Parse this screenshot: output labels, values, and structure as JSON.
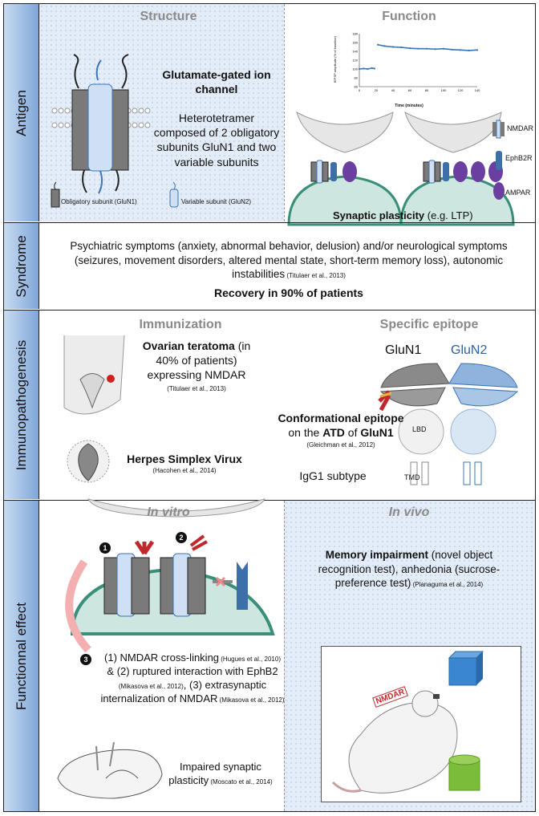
{
  "sections": {
    "antigen": {
      "label": "Antigen",
      "structure_title": "Structure",
      "function_title": "Function",
      "channel_title": "Glutamate-gated ion channel",
      "channel_desc": "Heterotetramer composed of 2 obligatory subunits GluN1 and two variable subunits",
      "legend_obligatory": "Obligatory subunit (GluN1)",
      "legend_variable": "Variable subunit (GluN2)",
      "graph_ylabel": "fEPSP amplitude (% of baseline)",
      "graph_xlabel": "Time (minutes)",
      "graph_yticks": [
        "180",
        "160",
        "140",
        "120",
        "100",
        "80",
        "60"
      ],
      "graph_xticks": [
        "0",
        "20",
        "40",
        "60",
        "80",
        "100",
        "120",
        "140"
      ],
      "legend_nmdar": "NMDAR",
      "legend_ephb2r": "EphB2R",
      "legend_ampar": "AMPAR",
      "plasticity_bold": "Synaptic plasticity",
      "plasticity_rest": " (e.g. LTP)"
    },
    "syndrome": {
      "label": "Syndrome",
      "text": "Psychiatric symptoms (anxiety, abnormal behavior, delusion) and/or neurological symptoms (seizures, movement disorders, altered mental state, short-term memory loss), autonomic instabilities",
      "cite": " (Titulaer et al., 2013)",
      "recovery": "Recovery in 90% of patients"
    },
    "immuno": {
      "label": "Immunopathogenesis",
      "immunization_title": "Immunization",
      "epitope_title": "Specific epitope",
      "teratoma_bold": "Ovarian teratoma",
      "teratoma_rest1": " (in 40% of patients)",
      "teratoma_rest2": "expressing NMDAR",
      "teratoma_cite": "(Titulaer et al., 2013)",
      "hsv_title": "Herpes Simplex Virux",
      "hsv_cite": "(Hacohen et al., 2014)",
      "glun1": "GluN1",
      "glun2": "GluN2",
      "conf_bold": "Conformational epitope",
      "conf_on": "on the ",
      "atd": "ATD",
      "of": " of ",
      "glun1_bold": "GluN1",
      "conf_cite": "(Gleichman et al., 2012)",
      "lbd": "LBD",
      "tmd": "TMD",
      "igg": "IgG1 subtype"
    },
    "functional": {
      "label": "Functionnal effect",
      "in_vitro": "In vitro",
      "in_vivo": "In vivo",
      "num1": "1",
      "num2": "2",
      "num3": "3",
      "mech_a": "(1) NMDAR cross-linking",
      "mech_cite1": " (Hugues et al., 2010)",
      "mech_b": " & (2) ruptured interaction with EphB2",
      "mech_cite2": " (Mikasova et al., 2012)",
      "mech_c": ", (3) extrasynaptic internalization of NMDAR",
      "mech_cite3": " (Mikasova et al., 2012)",
      "impaired": "Impaired synaptic plasticity",
      "impaired_cite": " (Moscato et al., 2014)",
      "memory_bold": "Memory impairment",
      "memory_rest": " (novel object recognition test), anhedonia (sucrose-preference test)",
      "memory_cite": " (Planaguma et al., 2014)",
      "mouse_tag": "NMDAR"
    }
  },
  "colors": {
    "sidebar": "#7fa6d8",
    "dotted_bg": "#e4edf7",
    "glun1_grey": "#7a7a7a",
    "glun2_blue": "#8fb3dc",
    "ephb2": "#3d6fa8",
    "ampar": "#6a3fa0",
    "spine": "#cde7e0",
    "graph_line": "#3a74b8",
    "antibody": "#c0282c",
    "cube": "#3b86d0",
    "cylinder": "#7bbd3a"
  },
  "chart_data": {
    "type": "line",
    "xlabel": "Time (minutes)",
    "ylabel": "fEPSP amplitude (% of baseline)",
    "xlim": [
      0,
      140
    ],
    "ylim": [
      60,
      180
    ],
    "series": [
      {
        "x": [
          0,
          5,
          10,
          15,
          18
        ],
        "values": [
          100,
          101,
          100,
          102,
          101
        ]
      },
      {
        "x": [
          22,
          30,
          40,
          50,
          60,
          70,
          80,
          90,
          100,
          110,
          120,
          130,
          140
        ],
        "values": [
          155,
          152,
          150,
          149,
          147,
          146,
          146,
          145,
          146,
          144,
          143,
          142,
          143
        ]
      }
    ]
  }
}
